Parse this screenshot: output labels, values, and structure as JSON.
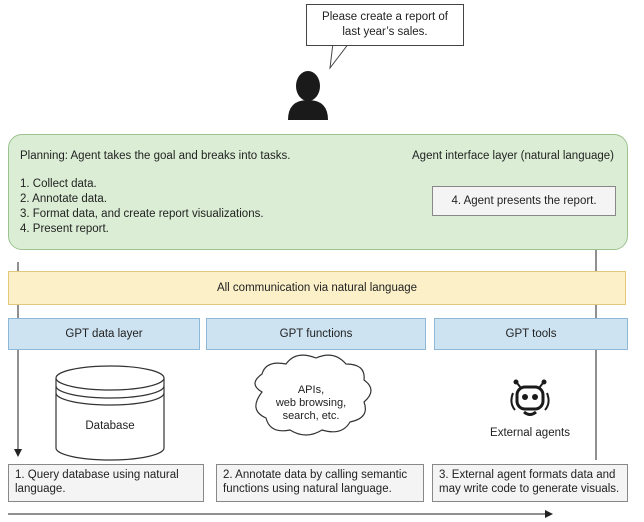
{
  "user": {
    "request": "Please create a report of\nlast year’s sales."
  },
  "planning": {
    "title": "Planning: Agent takes the goal and breaks into tasks.",
    "tasks": [
      "1. Collect data.",
      "2. Annotate data.",
      "3. Format data, and create report visualizations.",
      "4. Present report."
    ]
  },
  "interface": {
    "title": "Agent interface layer (natural language)",
    "presents": "4. Agent presents the report."
  },
  "communication": "All communication via natural language",
  "layers": [
    "GPT data layer",
    "GPT functions",
    "GPT tools"
  ],
  "database_label": "Database",
  "functions_cloud": "APIs,\nweb browsing,\nsearch, etc.",
  "external_agents_label": "External agents",
  "steps": [
    "1. Query database using natural language.",
    "2. Annotate data by calling semantic functions using natural language.",
    "3. External agent formats data and may write code to generate visuals."
  ],
  "colors": {
    "planning_bg": "#dbeed5",
    "comm_bg": "#fbf0c8",
    "layer_bg": "#cde3f2",
    "step_bg": "#f4f4f4"
  }
}
